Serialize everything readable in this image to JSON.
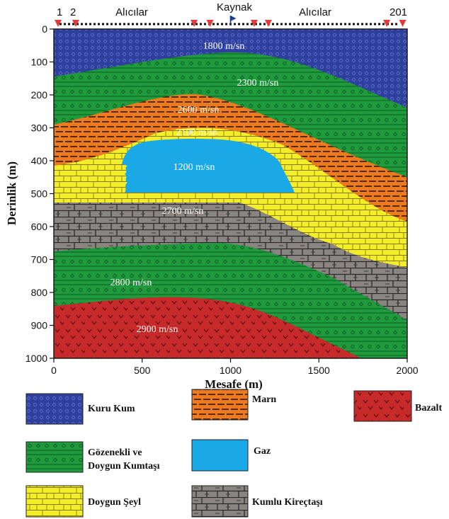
{
  "header": {
    "left_label": "Alıcılar",
    "center_label": "Kaynak",
    "right_label": "Alıcılar",
    "receiver_first": "1",
    "receiver_second": "2",
    "receiver_last": "201"
  },
  "axes": {
    "x_label": "Mesafe (m)",
    "y_label": "Derinlik (m)",
    "x_ticks": [
      "0",
      "500",
      "1000",
      "1500",
      "2000"
    ],
    "y_ticks": [
      "0",
      "100",
      "200",
      "300",
      "400",
      "500",
      "600",
      "700",
      "800",
      "900",
      "1000"
    ],
    "x_range": [
      0,
      2000
    ],
    "y_range": [
      0,
      1000
    ]
  },
  "receivers": {
    "marker_x": [
      0,
      100,
      770,
      860,
      1110,
      1190,
      1860,
      1950
    ],
    "source_x": 1000
  },
  "velocities": {
    "kuru_kum": "1800 m/sn",
    "kumtasi_top": "2300 m/sn",
    "marn": "2600 m/sn",
    "seyl": "2100 m/sn",
    "gaz": "1200 m/sn",
    "kirectasi": "2700 m/sn",
    "kumtasi_bottom": "2800 m/sn",
    "bazalt": "2900 m/sn"
  },
  "legend": {
    "kuru_kum": "Kuru Kum",
    "marn": "Marn",
    "bazalt": "Bazalt",
    "kumtasi_line1": "Gözenekli ve",
    "kumtasi_line2": "Doygun Kumtaşı",
    "gaz": "Gaz",
    "seyl": "Doygun Şeyl",
    "kirectasi": "Kumlu Kireçtaşı"
  },
  "colors": {
    "kuru_kum": "#2f3f9c",
    "kumtasi": "#1f9a3c",
    "marn": "#ec7a1f",
    "seyl": "#f3ee2a",
    "gaz": "#1aa9e6",
    "kirectasi": "#8a8580",
    "bazalt": "#c62a2a",
    "marker": "#e23a3a",
    "source": "#1e3c9c"
  }
}
